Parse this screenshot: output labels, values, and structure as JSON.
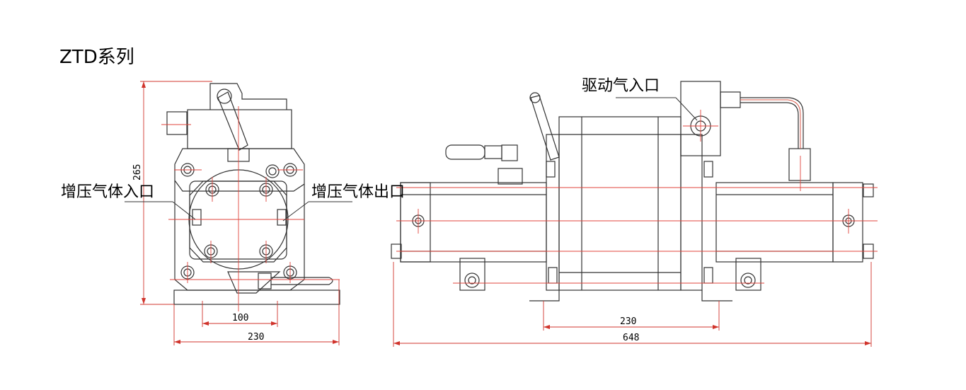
{
  "title": "ZTD系列",
  "labels": {
    "inlet_boost": "增压气体入口",
    "outlet_boost": "增压气体出口",
    "drive_inlet": "驱动气入口"
  },
  "dimensions": {
    "left_height": "265",
    "left_inner_width": "100",
    "left_width": "230",
    "right_mount_width": "230",
    "right_total_length": "648"
  },
  "colors": {
    "line": "#333333",
    "dimension": "#d0342c",
    "center": "#e0443c",
    "pipe": "#d85a4a"
  }
}
